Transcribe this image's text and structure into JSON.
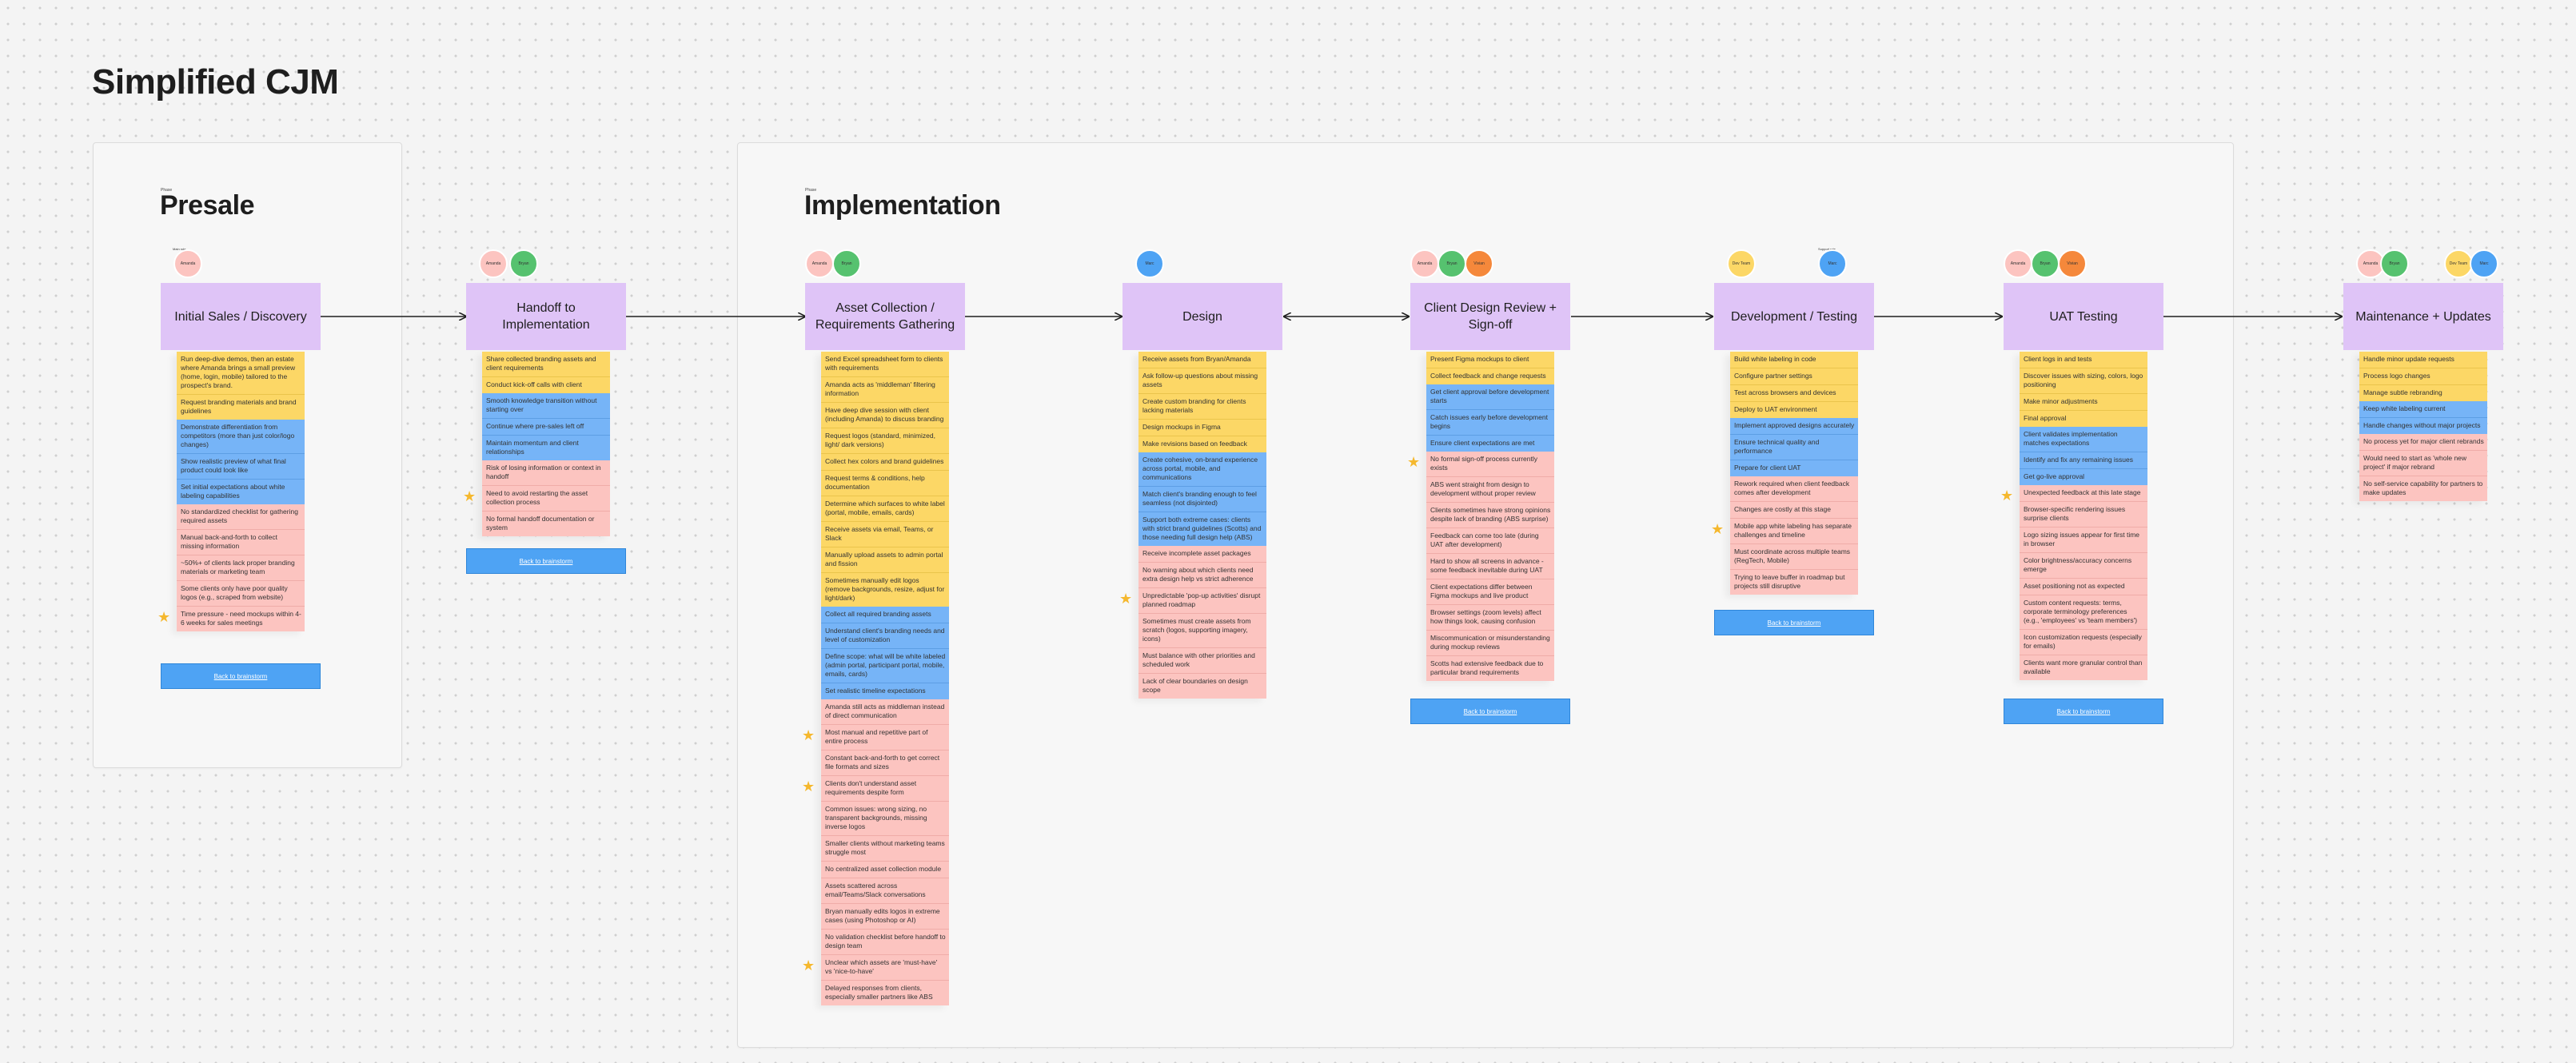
{
  "board": {
    "title": "Simplified CJM"
  },
  "phases": [
    {
      "caption": "Phase",
      "title": "Presale"
    },
    {
      "caption": "Phase",
      "title": "Implementation"
    }
  ],
  "stages": [
    {
      "title": "Initial Sales / Discovery",
      "role_label": "Main role",
      "people": [
        {
          "name": "Amanda",
          "color": "#fcc4c0"
        }
      ],
      "stickies": [
        {
          "text": "Run deep-dive demos, then an estate where Amanda brings a small preview (home, login, mobile) tailored to the prospect's brand.",
          "color": "yellow"
        },
        {
          "text": "Request branding materials and brand guidelines",
          "color": "yellow"
        },
        {
          "text": "Demonstrate differentiation from competitors (more than just color/logo changes)",
          "color": "blue"
        },
        {
          "text": "Show realistic preview of what final product could look like",
          "color": "blue"
        },
        {
          "text": "Set initial expectations about white labeling capabilities",
          "color": "blue"
        },
        {
          "text": "No standardized checklist for gathering required assets",
          "color": "red"
        },
        {
          "text": "Manual back-and-forth to collect missing information",
          "color": "red"
        },
        {
          "text": "~50%+ of clients lack proper branding materials or marketing team",
          "color": "red"
        },
        {
          "text": "Some clients only have poor quality logos (e.g., scraped from website)",
          "color": "red"
        },
        {
          "text": "Time pressure - need mockups within 4-6 weeks for sales meetings",
          "color": "red",
          "star": true
        }
      ],
      "button": "Back to brainstorm"
    },
    {
      "title": "Handoff to Implementation",
      "role_label": "",
      "people": [
        {
          "name": "Amanda",
          "color": "#fcc4c0"
        },
        {
          "name": "Bryan",
          "color": "#56c26f"
        }
      ],
      "stickies": [
        {
          "text": "Share collected branding assets and client requirements",
          "color": "yellow"
        },
        {
          "text": "Conduct kick-off calls with client",
          "color": "yellow"
        },
        {
          "text": "Smooth knowledge transition without starting over",
          "color": "blue"
        },
        {
          "text": "Continue where pre-sales left off",
          "color": "blue"
        },
        {
          "text": "Maintain momentum and client relationships",
          "color": "blue"
        },
        {
          "text": "Risk of losing information or context in handoff",
          "color": "red"
        },
        {
          "text": "Need to avoid restarting the asset collection process",
          "color": "red",
          "star": true
        },
        {
          "text": "No formal handoff documentation or system",
          "color": "red"
        }
      ],
      "button": "Back to brainstorm"
    },
    {
      "title": "Asset Collection / Requirements Gathering",
      "role_label": "",
      "people": [
        {
          "name": "Amanda",
          "color": "#fcc4c0"
        },
        {
          "name": "Bryan",
          "color": "#56c26f"
        }
      ],
      "stickies": [
        {
          "text": "Send Excel spreadsheet form to clients with requirements",
          "color": "yellow"
        },
        {
          "text": "Amanda acts as 'middleman' filtering information",
          "color": "yellow"
        },
        {
          "text": "Have deep dive session with client (including Amanda) to discuss branding",
          "color": "yellow"
        },
        {
          "text": "Request logos (standard, minimized, light/ dark versions)",
          "color": "yellow"
        },
        {
          "text": "Collect hex colors and brand guidelines",
          "color": "yellow"
        },
        {
          "text": "Request terms & conditions, help documentation",
          "color": "yellow"
        },
        {
          "text": "Determine which surfaces to white label (portal, mobile, emails, cards)",
          "color": "yellow"
        },
        {
          "text": "Receive assets via email, Teams, or Slack",
          "color": "yellow"
        },
        {
          "text": "Manually upload assets to admin portal and fission",
          "color": "yellow"
        },
        {
          "text": "Sometimes manually edit logos (remove backgrounds, resize, adjust for light/dark)",
          "color": "yellow"
        },
        {
          "text": "Collect all required branding assets",
          "color": "blue"
        },
        {
          "text": "Understand client's branding needs and level of customization",
          "color": "blue"
        },
        {
          "text": "Define scope: what will be white labeled (admin portal, participant portal, mobile, emails, cards)",
          "color": "blue"
        },
        {
          "text": "Set realistic timeline expectations",
          "color": "blue"
        },
        {
          "text": "Amanda still acts as middleman instead of direct communication",
          "color": "red"
        },
        {
          "text": "Most manual and repetitive part of entire process",
          "color": "red",
          "star": true
        },
        {
          "text": "Constant back-and-forth to get correct file formats and sizes",
          "color": "red"
        },
        {
          "text": "Clients don't understand asset requirements despite form",
          "color": "red",
          "star": true
        },
        {
          "text": "Common issues: wrong sizing, no transparent backgrounds, missing inverse logos",
          "color": "red"
        },
        {
          "text": "Smaller clients without marketing teams struggle most",
          "color": "red"
        },
        {
          "text": "No centralized asset collection module",
          "color": "red"
        },
        {
          "text": "Assets scattered across email/Teams/Slack conversations",
          "color": "red"
        },
        {
          "text": "Bryan manually edits logos in extreme cases (using Photoshop or AI)",
          "color": "red"
        },
        {
          "text": "No validation checklist before handoff to design team",
          "color": "red"
        },
        {
          "text": "Unclear which assets are 'must-have' vs 'nice-to-have'",
          "color": "red",
          "star": true
        },
        {
          "text": "Delayed responses from clients, especially smaller partners like ABS",
          "color": "red"
        }
      ],
      "button": ""
    },
    {
      "title": "Design",
      "role_label": "",
      "people": [
        {
          "name": "Marc",
          "color": "#4ea3f4"
        }
      ],
      "stickies": [
        {
          "text": "Receive assets from Bryan/Amanda",
          "color": "yellow"
        },
        {
          "text": "Ask follow-up questions about missing assets",
          "color": "yellow"
        },
        {
          "text": "Create custom branding for clients lacking materials",
          "color": "yellow"
        },
        {
          "text": "Design mockups in Figma",
          "color": "yellow"
        },
        {
          "text": "Make revisions based on feedback",
          "color": "yellow"
        },
        {
          "text": "Create cohesive, on-brand experience across portal, mobile, and communications",
          "color": "blue"
        },
        {
          "text": "Match client's branding enough to feel seamless (not disjointed)",
          "color": "blue"
        },
        {
          "text": "Support both extreme cases: clients with strict brand guidelines (Scotts) and those needing full design help (ABS)",
          "color": "blue"
        },
        {
          "text": "Receive incomplete asset packages",
          "color": "red"
        },
        {
          "text": "No warning about which clients need extra design help vs strict adherence",
          "color": "red"
        },
        {
          "text": "Unpredictable 'pop-up activities' disrupt planned roadmap",
          "color": "red",
          "star": true
        },
        {
          "text": "Sometimes must create assets from scratch (logos, supporting imagery, icons)",
          "color": "red"
        },
        {
          "text": "Must balance with other priorities and scheduled work",
          "color": "red"
        },
        {
          "text": "Lack of clear boundaries on design scope",
          "color": "red"
        }
      ],
      "button": ""
    },
    {
      "title": "Client Design Review + Sign-off",
      "role_label": "",
      "people": [
        {
          "name": "Amanda",
          "color": "#fcc4c0"
        },
        {
          "name": "Bryan",
          "color": "#56c26f"
        },
        {
          "name": "Vivian",
          "color": "#f5883b"
        }
      ],
      "stickies": [
        {
          "text": "Present Figma mockups to client",
          "color": "yellow"
        },
        {
          "text": "Collect feedback and change requests",
          "color": "yellow"
        },
        {
          "text": "Get client approval before development starts",
          "color": "blue"
        },
        {
          "text": "Catch issues early before development begins",
          "color": "blue"
        },
        {
          "text": "Ensure client expectations are met",
          "color": "blue"
        },
        {
          "text": "No formal sign-off process currently exists",
          "color": "red",
          "star": true
        },
        {
          "text": "ABS went straight from design to development without proper review",
          "color": "red"
        },
        {
          "text": "Clients sometimes have strong opinions despite lack of branding (ABS surprise)",
          "color": "red"
        },
        {
          "text": "Feedback can come too late (during UAT after development)",
          "color": "red"
        },
        {
          "text": "Hard to show all screens in advance - some feedback inevitable during UAT",
          "color": "red"
        },
        {
          "text": "Client expectations differ between Figma mockups and live product",
          "color": "red"
        },
        {
          "text": "Browser settings (zoom levels) affect how things look, causing confusion",
          "color": "red"
        },
        {
          "text": "Miscommunication or misunderstanding during mockup reviews",
          "color": "red"
        },
        {
          "text": "Scotts had extensive feedback due to particular brand requirements",
          "color": "red"
        }
      ],
      "button": "Back to brainstorm"
    },
    {
      "title": "Development / Testing",
      "role_label": "Support role",
      "people": [
        {
          "name": "Dev Team",
          "color": "#fcd766"
        },
        {
          "name": "Marc",
          "color": "#4ea3f4"
        }
      ],
      "stickies": [
        {
          "text": "Build white labeling in code",
          "color": "yellow"
        },
        {
          "text": "Configure partner settings",
          "color": "yellow"
        },
        {
          "text": "Test across browsers and devices",
          "color": "yellow"
        },
        {
          "text": "Deploy to UAT environment",
          "color": "yellow"
        },
        {
          "text": "Implement approved designs accurately",
          "color": "blue"
        },
        {
          "text": "Ensure technical quality and performance",
          "color": "blue"
        },
        {
          "text": "Prepare for client UAT",
          "color": "blue"
        },
        {
          "text": "Rework required when client feedback comes after development",
          "color": "red"
        },
        {
          "text": "Changes are costly at this stage",
          "color": "red"
        },
        {
          "text": "Mobile app white labeling has separate challenges and timeline",
          "color": "red",
          "star": true
        },
        {
          "text": "Must coordinate across multiple teams (RegTech, Mobile)",
          "color": "red"
        },
        {
          "text": "Trying to leave buffer in roadmap but projects still disruptive",
          "color": "red"
        }
      ],
      "button": "Back to brainstorm"
    },
    {
      "title": "UAT Testing",
      "role_label": "",
      "people": [
        {
          "name": "Amanda",
          "color": "#fcc4c0"
        },
        {
          "name": "Bryan",
          "color": "#56c26f"
        },
        {
          "name": "Vivian",
          "color": "#f5883b"
        }
      ],
      "stickies": [
        {
          "text": "Client logs in and tests",
          "color": "yellow"
        },
        {
          "text": "Discover issues with sizing, colors, logo positioning",
          "color": "yellow"
        },
        {
          "text": "Make minor adjustments",
          "color": "yellow"
        },
        {
          "text": "Final approval",
          "color": "yellow"
        },
        {
          "text": "Client validates implementation matches expectations",
          "color": "blue"
        },
        {
          "text": "Identify and fix any remaining issues",
          "color": "blue"
        },
        {
          "text": "Get go-live approval",
          "color": "blue"
        },
        {
          "text": "Unexpected feedback at this late stage",
          "color": "red",
          "star": true
        },
        {
          "text": "Browser-specific rendering issues surprise clients",
          "color": "red"
        },
        {
          "text": "Logo sizing issues appear for first time in browser",
          "color": "red"
        },
        {
          "text": "Color brightness/accuracy concerns emerge",
          "color": "red"
        },
        {
          "text": "Asset positioning not as expected",
          "color": "red"
        },
        {
          "text": "Custom content requests: terms, corporate terminology preferences (e.g., 'employees' vs 'team members')",
          "color": "red"
        },
        {
          "text": "Icon customization requests (especially for emails)",
          "color": "red"
        },
        {
          "text": "Clients want more granular control than available",
          "color": "red"
        }
      ],
      "button": "Back to brainstorm"
    },
    {
      "title": "Maintenance + Updates",
      "role_label": "",
      "people": [
        {
          "name": "Amanda",
          "color": "#fcc4c0"
        },
        {
          "name": "Bryan",
          "color": "#56c26f"
        },
        {
          "name": "Dev Team",
          "color": "#fcd766"
        },
        {
          "name": "Marc",
          "color": "#4ea3f4"
        }
      ],
      "stickies": [
        {
          "text": "Handle minor update requests",
          "color": "yellow"
        },
        {
          "text": "Process logo changes",
          "color": "yellow"
        },
        {
          "text": "Manage subtle rebranding",
          "color": "yellow"
        },
        {
          "text": "Keep white labeling current",
          "color": "blue"
        },
        {
          "text": "Handle changes without major projects",
          "color": "blue"
        },
        {
          "text": "No process yet for major client rebrands",
          "color": "red"
        },
        {
          "text": "Would need to start as 'whole new project' if major rebrand",
          "color": "red"
        },
        {
          "text": "No self-service capability for partners to make updates",
          "color": "red"
        }
      ],
      "button": ""
    }
  ]
}
